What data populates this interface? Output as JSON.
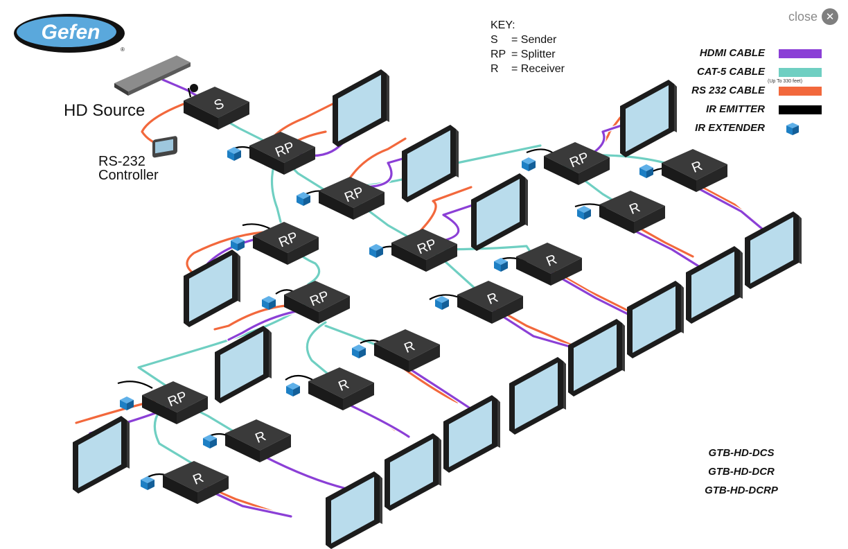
{
  "brand": {
    "logo_text": "Gefen",
    "registered": "®"
  },
  "close_button": {
    "label": "close",
    "icon": "x-icon"
  },
  "key": {
    "title": "KEY:",
    "rows": [
      {
        "abbr": "S",
        "meaning": "= Sender"
      },
      {
        "abbr": "RP",
        "meaning": "= Splitter"
      },
      {
        "abbr": "R",
        "meaning": "= Receiver"
      }
    ]
  },
  "legend": [
    {
      "label": "HDMI CABLE",
      "color": "#8b3fd6"
    },
    {
      "label": "CAT-5 CABLE",
      "color": "#6fcfc2",
      "note": "(Up To 330 feet)"
    },
    {
      "label": "RS 232 CABLE",
      "color": "#f2683c"
    },
    {
      "label": "IR EMITTER",
      "color": "#000000"
    },
    {
      "label": "IR EXTENDER",
      "color": "#1d7fc4",
      "icon": "ir-extender-cube-icon"
    }
  ],
  "source_label": "HD Source",
  "controller_label": [
    "RS-232",
    "Controller"
  ],
  "device_labels": {
    "sender": "S",
    "splitter": "RP",
    "receiver": "R"
  },
  "models": [
    "GTB-HD-DCS",
    "GTB-HD-DCR",
    "GTB-HD-DCRP"
  ],
  "colors": {
    "hdmi": "#8b3fd6",
    "cat5": "#6fcfc2",
    "rs232": "#f2683c",
    "emitter": "#000000",
    "extender": "#1d7fc4",
    "box": "#2a2a2a",
    "screen": "#b9dcec"
  }
}
